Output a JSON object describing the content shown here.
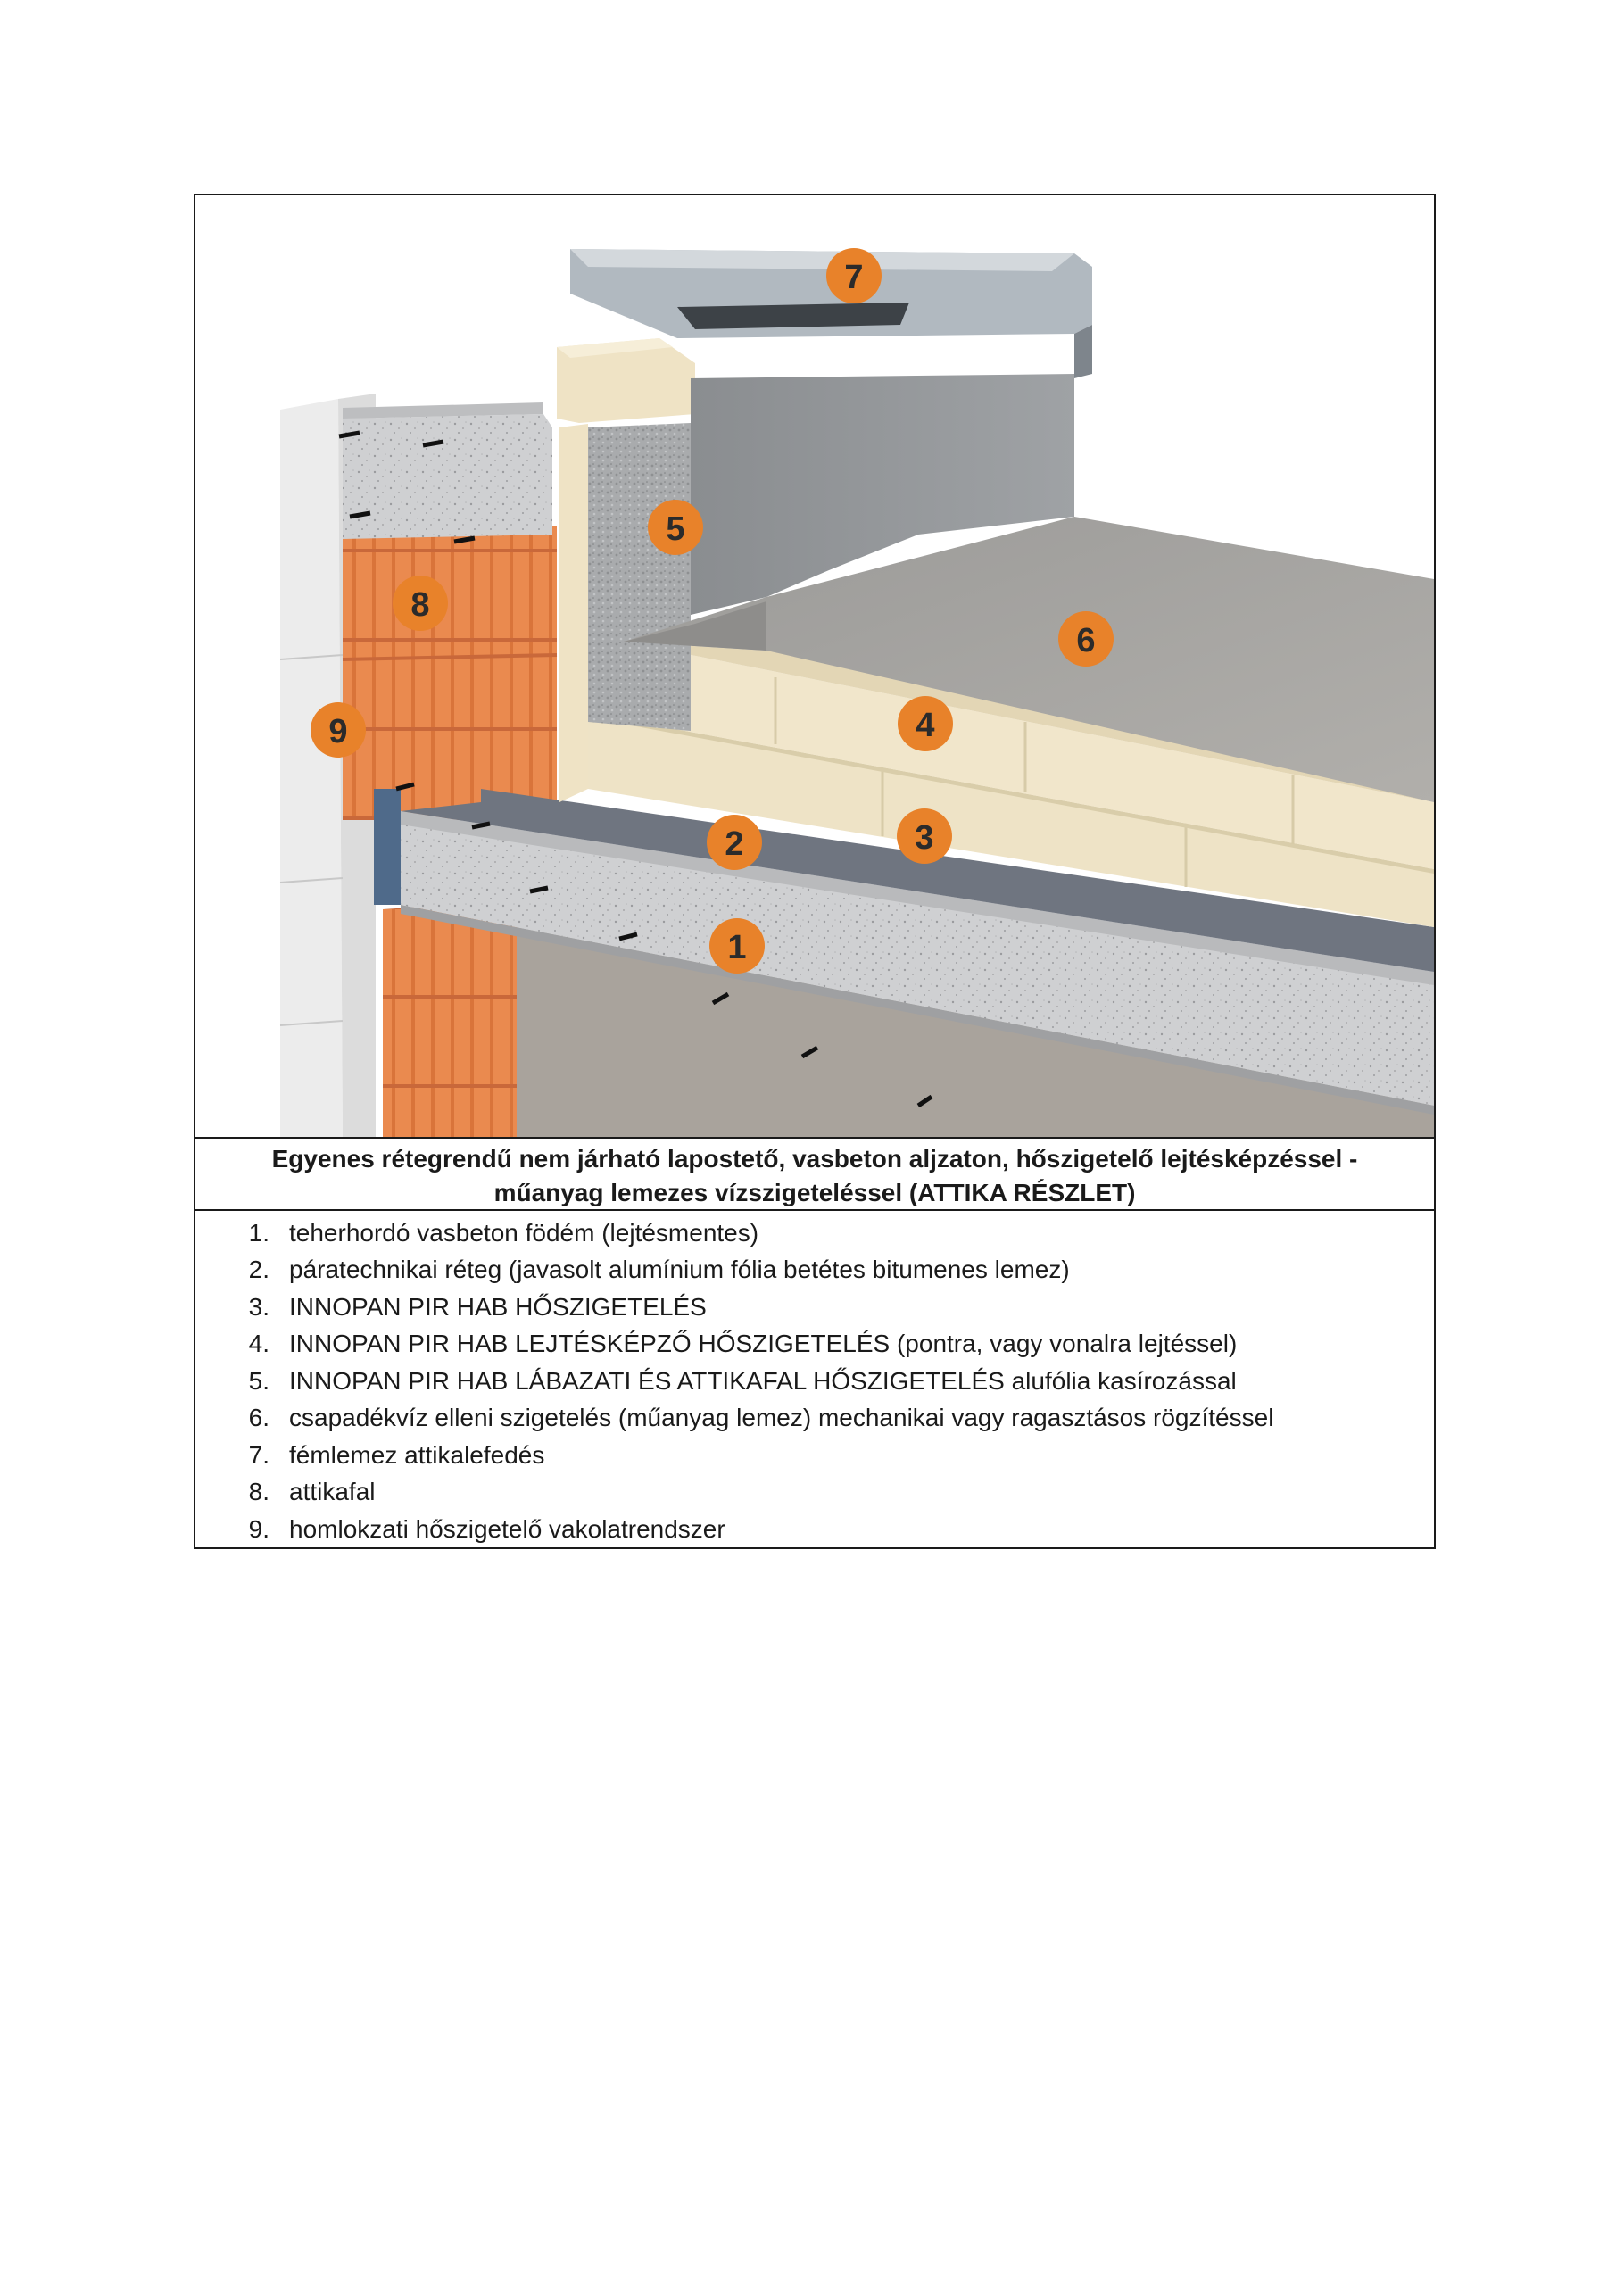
{
  "caption": {
    "line1": "Egyenes rétegrendű nem járható lapostető, vasbeton aljzaton, hőszigetelő lejtésképzéssel -",
    "line2": "műanyag lemezes vízszigeteléssel (ATTIKA RÉSZLET)"
  },
  "badges": [
    "1",
    "2",
    "3",
    "4",
    "5",
    "6",
    "7",
    "8",
    "9"
  ],
  "legend": [
    {
      "num": "1.",
      "text": "teherhordó vasbeton födém (lejtésmentes)"
    },
    {
      "num": "2.",
      "text": "páratechnikai réteg (javasolt alumínium fólia betétes bitumenes lemez)"
    },
    {
      "num": "3.",
      "text": "INNOPAN PIR HAB HŐSZIGETELÉS"
    },
    {
      "num": "4.",
      "text": "INNOPAN PIR HAB LEJTÉSKÉPZŐ HŐSZIGETELÉS (pontra, vagy vonalra lejtéssel)"
    },
    {
      "num": "5.",
      "text": "INNOPAN PIR HAB LÁBAZATI ÉS ATTIKAFAL HŐSZIGETELÉS alufólia kasírozással"
    },
    {
      "num": "6.",
      "text": "csapadékvíz elleni szigetelés (műanyag lemez) mechanikai vagy ragasztásos rögzítéssel"
    },
    {
      "num": "7.",
      "text": "fémlemez attikalefedés"
    },
    {
      "num": "8.",
      "text": "attikafal"
    },
    {
      "num": "9.",
      "text": "homlokzati hőszigetelő vakolatrendszer"
    }
  ],
  "colors": {
    "badge_fill": "#e8822a",
    "brick": "#e9864a",
    "concrete": "#c9cacc",
    "pir_foam": "#efe3c6",
    "membrane": "#8c8f92",
    "vapor_layer": "#6f7580",
    "metal_coping": "#aab3bb",
    "facade_insulation": "#e6e6e6"
  }
}
